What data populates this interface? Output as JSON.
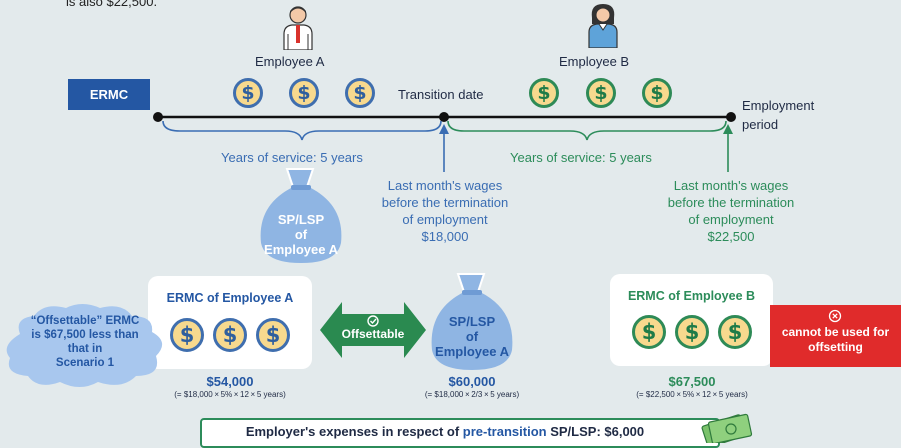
{
  "top_text": "is also $22,500.",
  "ermc_label": "ERMC",
  "employee_a": "Employee A",
  "employee_b": "Employee B",
  "transition_date": "Transition date",
  "employment_period": "Employment\nperiod",
  "service_a": "Years of service: 5 years",
  "service_b": "Years of service: 5 years",
  "wages_a": "Last month's wages\nbefore the termination\nof employment\n$18,000",
  "wages_b": "Last month's wages\nbefore the termination\nof employment\n$22,500",
  "bag_a_top": "SP/LSP\nof\nEmployee A",
  "bag_a_bottom": "SP/LSP\nof\nEmployee A",
  "coin_symbol": "$",
  "ermc_card_a": "ERMC of Employee A",
  "ermc_card_b": "ERMC of Employee B",
  "offsettable": "Offsettable",
  "cloud_text": "“Offsettable” ERMC\nis $67,500 less than\nthat in\nScenario 1",
  "amount_a": "$54,000",
  "formula_a": "(= $18,000 × 5% × 12 × 5 years)",
  "amount_bag": "$60,000",
  "formula_bag": "(= $18,000 × 2/3 × 5 years)",
  "amount_b": "$67,500",
  "formula_b": "(= $22,500 × 5% × 12 × 5 years)",
  "cannot_offset": "cannot be used for\noffsetting",
  "expenses_prefix": "Employer's expenses in respect of ",
  "expenses_highlight": "pre-transition",
  "expenses_suffix": " SP/LSP: $6,000",
  "colors": {
    "blue": "#3a6db3",
    "green": "#2c8c5a",
    "red": "#e02b2b",
    "navy": "#2457a3"
  }
}
